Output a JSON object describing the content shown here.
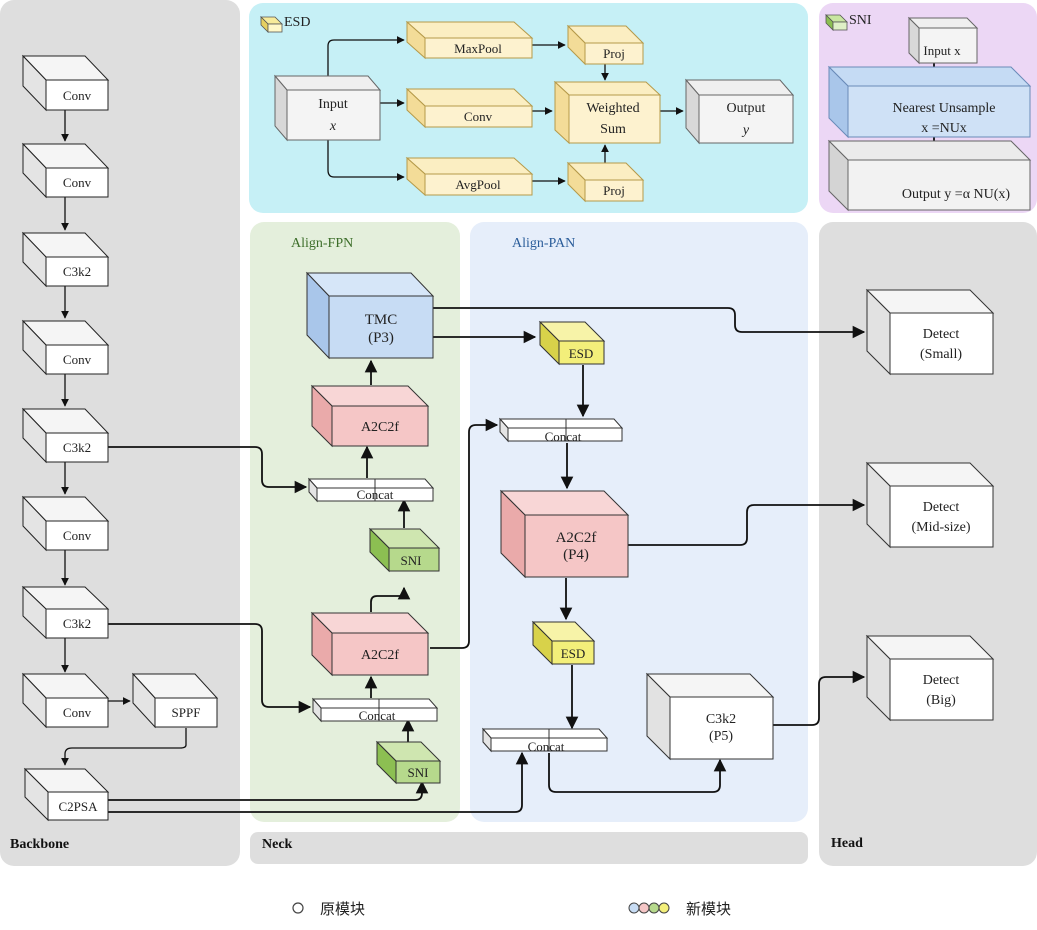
{
  "sections": {
    "backbone": "Backbone",
    "neck": "Neck",
    "head": "Head",
    "align_fpn": "Align-FPN",
    "align_pan": "Align-PAN",
    "esd": "ESD",
    "sni": "SNI"
  },
  "backbone": {
    "conv1": "Conv",
    "conv2": "Conv",
    "c3k2_1": "C3k2",
    "conv3": "Conv",
    "c3k2_2": "C3k2",
    "conv4": "Conv",
    "c3k2_3": "C3k2",
    "conv5": "Conv",
    "sppf": "SPPF",
    "c2psa": "C2PSA"
  },
  "esd_panel": {
    "input_l1": "Input",
    "input_l2": "x",
    "maxpool": "MaxPool",
    "conv": "Conv",
    "avgpool": "AvgPool",
    "proj_top": "Proj",
    "proj_bottom": "Proj",
    "wsum_l1": "Weighted",
    "wsum_l2": "Sum",
    "output_l1": "Output",
    "output_l2": "y"
  },
  "sni_panel": {
    "input": "Input x",
    "nu_l1": "Nearest Unsample",
    "nu_l2": "x =NUx",
    "output": "Output y =α NU(x)"
  },
  "fpn": {
    "tmc_l1": "TMC",
    "tmc_l2": "(P3)",
    "a2c2f_top": "A2C2f",
    "concat_top": "Concat",
    "sni_top": "SNI",
    "a2c2f_bottom": "A2C2f",
    "concat_bottom": "Concat",
    "sni_bottom": "SNI"
  },
  "pan": {
    "esd_top": "ESD",
    "concat_top": "Concat",
    "a2c2f_l1": "A2C2f",
    "a2c2f_l2": "(P4)",
    "esd_bottom": "ESD",
    "concat_bottom": "Concat",
    "c3k2_l1": "C3k2",
    "c3k2_l2": "(P5)"
  },
  "head": {
    "small_l1": "Detect",
    "small_l2": "(Small)",
    "mid_l1": "Detect",
    "mid_l2": "(Mid-size)",
    "big_l1": "Detect",
    "big_l2": "(Big)"
  },
  "legend": {
    "original": "原模块",
    "new": "新模块"
  },
  "colors": {
    "white_box": "#ffffff",
    "cream": "#fdf0c8",
    "blue": "#c7dcf4",
    "pink": "#f5c6c6",
    "green": "#b6d98c",
    "yellow": "#f3ef7a",
    "esd_bg": "#c6f0f6",
    "sni_bg": "#ecd7f5",
    "fpn_bg": "#e4efdc",
    "pan_bg": "#e6eefa",
    "gray_bg": "#dedede"
  }
}
